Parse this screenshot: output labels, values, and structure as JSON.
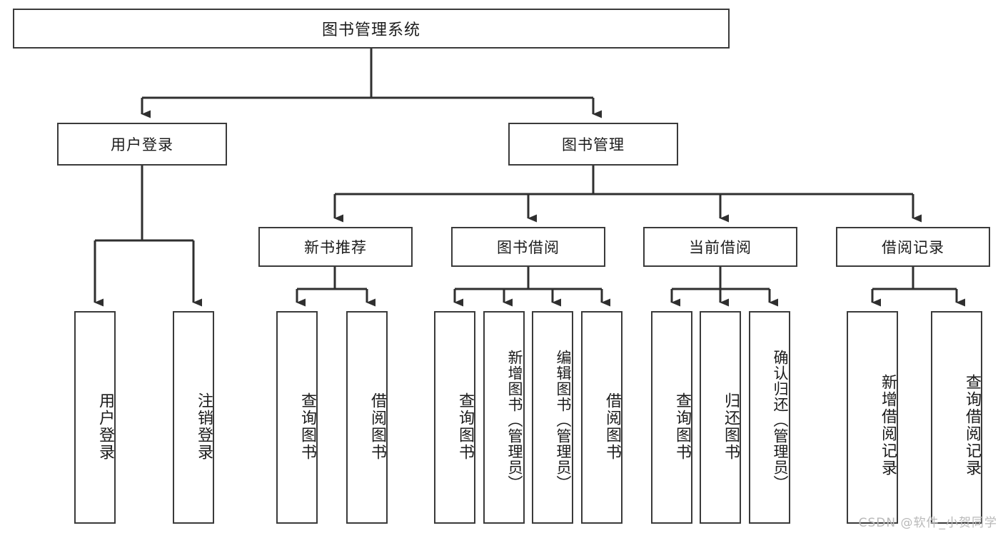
{
  "diagram": {
    "title": "图书管理系统",
    "type": "tree",
    "root": {
      "id": "root",
      "label": "图书管理系统"
    },
    "level1": [
      {
        "id": "user-login",
        "label": "用户登录"
      },
      {
        "id": "book-management",
        "label": "图书管理"
      }
    ],
    "level2": [
      {
        "id": "new-book-recommend",
        "label": "新书推荐",
        "parent": "book-management"
      },
      {
        "id": "book-borrow",
        "label": "图书借阅",
        "parent": "book-management"
      },
      {
        "id": "current-borrow",
        "label": "当前借阅",
        "parent": "book-management"
      },
      {
        "id": "borrow-record",
        "label": "借阅记录",
        "parent": "book-management"
      }
    ],
    "leaves": {
      "user_login": [
        {
          "id": "leaf-user-login",
          "label": "用户登录"
        },
        {
          "id": "leaf-logout-login",
          "label": "注销登录"
        }
      ],
      "new_book_recommend": [
        {
          "id": "leaf-query-book-1",
          "label": "查询图书"
        },
        {
          "id": "leaf-borrow-book-1",
          "label": "借阅图书"
        }
      ],
      "book_borrow": [
        {
          "id": "leaf-query-book-2",
          "label": "查询图书"
        },
        {
          "id": "leaf-add-book",
          "label": "新增图书（管理员）"
        },
        {
          "id": "leaf-edit-book",
          "label": "编辑图书（管理员）"
        },
        {
          "id": "leaf-borrow-book-2",
          "label": "借阅图书"
        }
      ],
      "current_borrow": [
        {
          "id": "leaf-query-book-3",
          "label": "查询图书"
        },
        {
          "id": "leaf-return-book",
          "label": "归还图书"
        },
        {
          "id": "leaf-confirm-return",
          "label": "确认归还（管理员）"
        }
      ],
      "borrow_record": [
        {
          "id": "leaf-add-borrow-record",
          "label": "新增借阅记录"
        },
        {
          "id": "leaf-query-borrow-record",
          "label": "查询借阅记录"
        }
      ]
    }
  },
  "watermark": {
    "text": "CSDN @软件_小贺同学"
  },
  "colors": {
    "background": "#ffffff",
    "box_fill": "#ffffff",
    "box_stroke": "#3a3a3a",
    "wire": "#2f2f2f",
    "text": "#1b1b1b",
    "watermark": "#b9b9b9"
  }
}
